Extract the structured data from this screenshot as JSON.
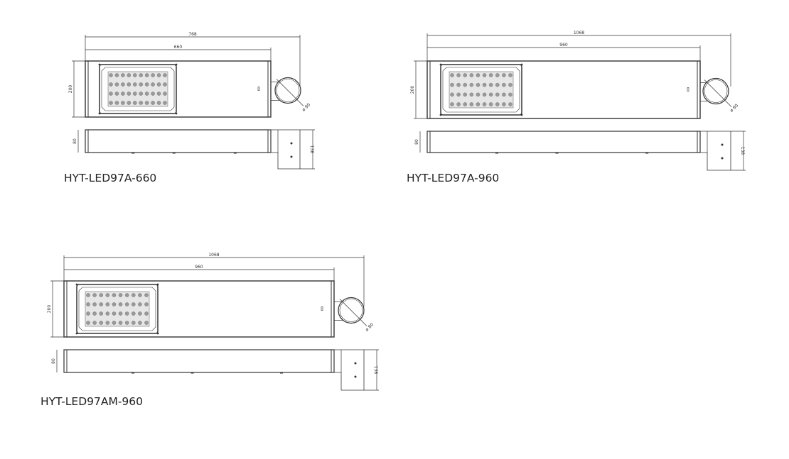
{
  "drawings": [
    {
      "model": "HYT-LED97A-660",
      "overall_length": "768",
      "body_length": "660",
      "width": "200",
      "height": "80",
      "bracket_height": "138",
      "pole_diameter": "ø 80"
    },
    {
      "model": "HYT-LED97A-960",
      "overall_length": "1068",
      "body_length": "960",
      "width": "200",
      "height": "80",
      "bracket_height": "138",
      "pole_diameter": "ø 80"
    },
    {
      "model": "HYT-LED97AM-960",
      "overall_length": "1068",
      "body_length": "960",
      "width": "200",
      "height": "80",
      "bracket_height": "138",
      "pole_diameter": "ø 80"
    }
  ],
  "colors": {
    "line": "#333333",
    "led": "#9a9a9a"
  }
}
